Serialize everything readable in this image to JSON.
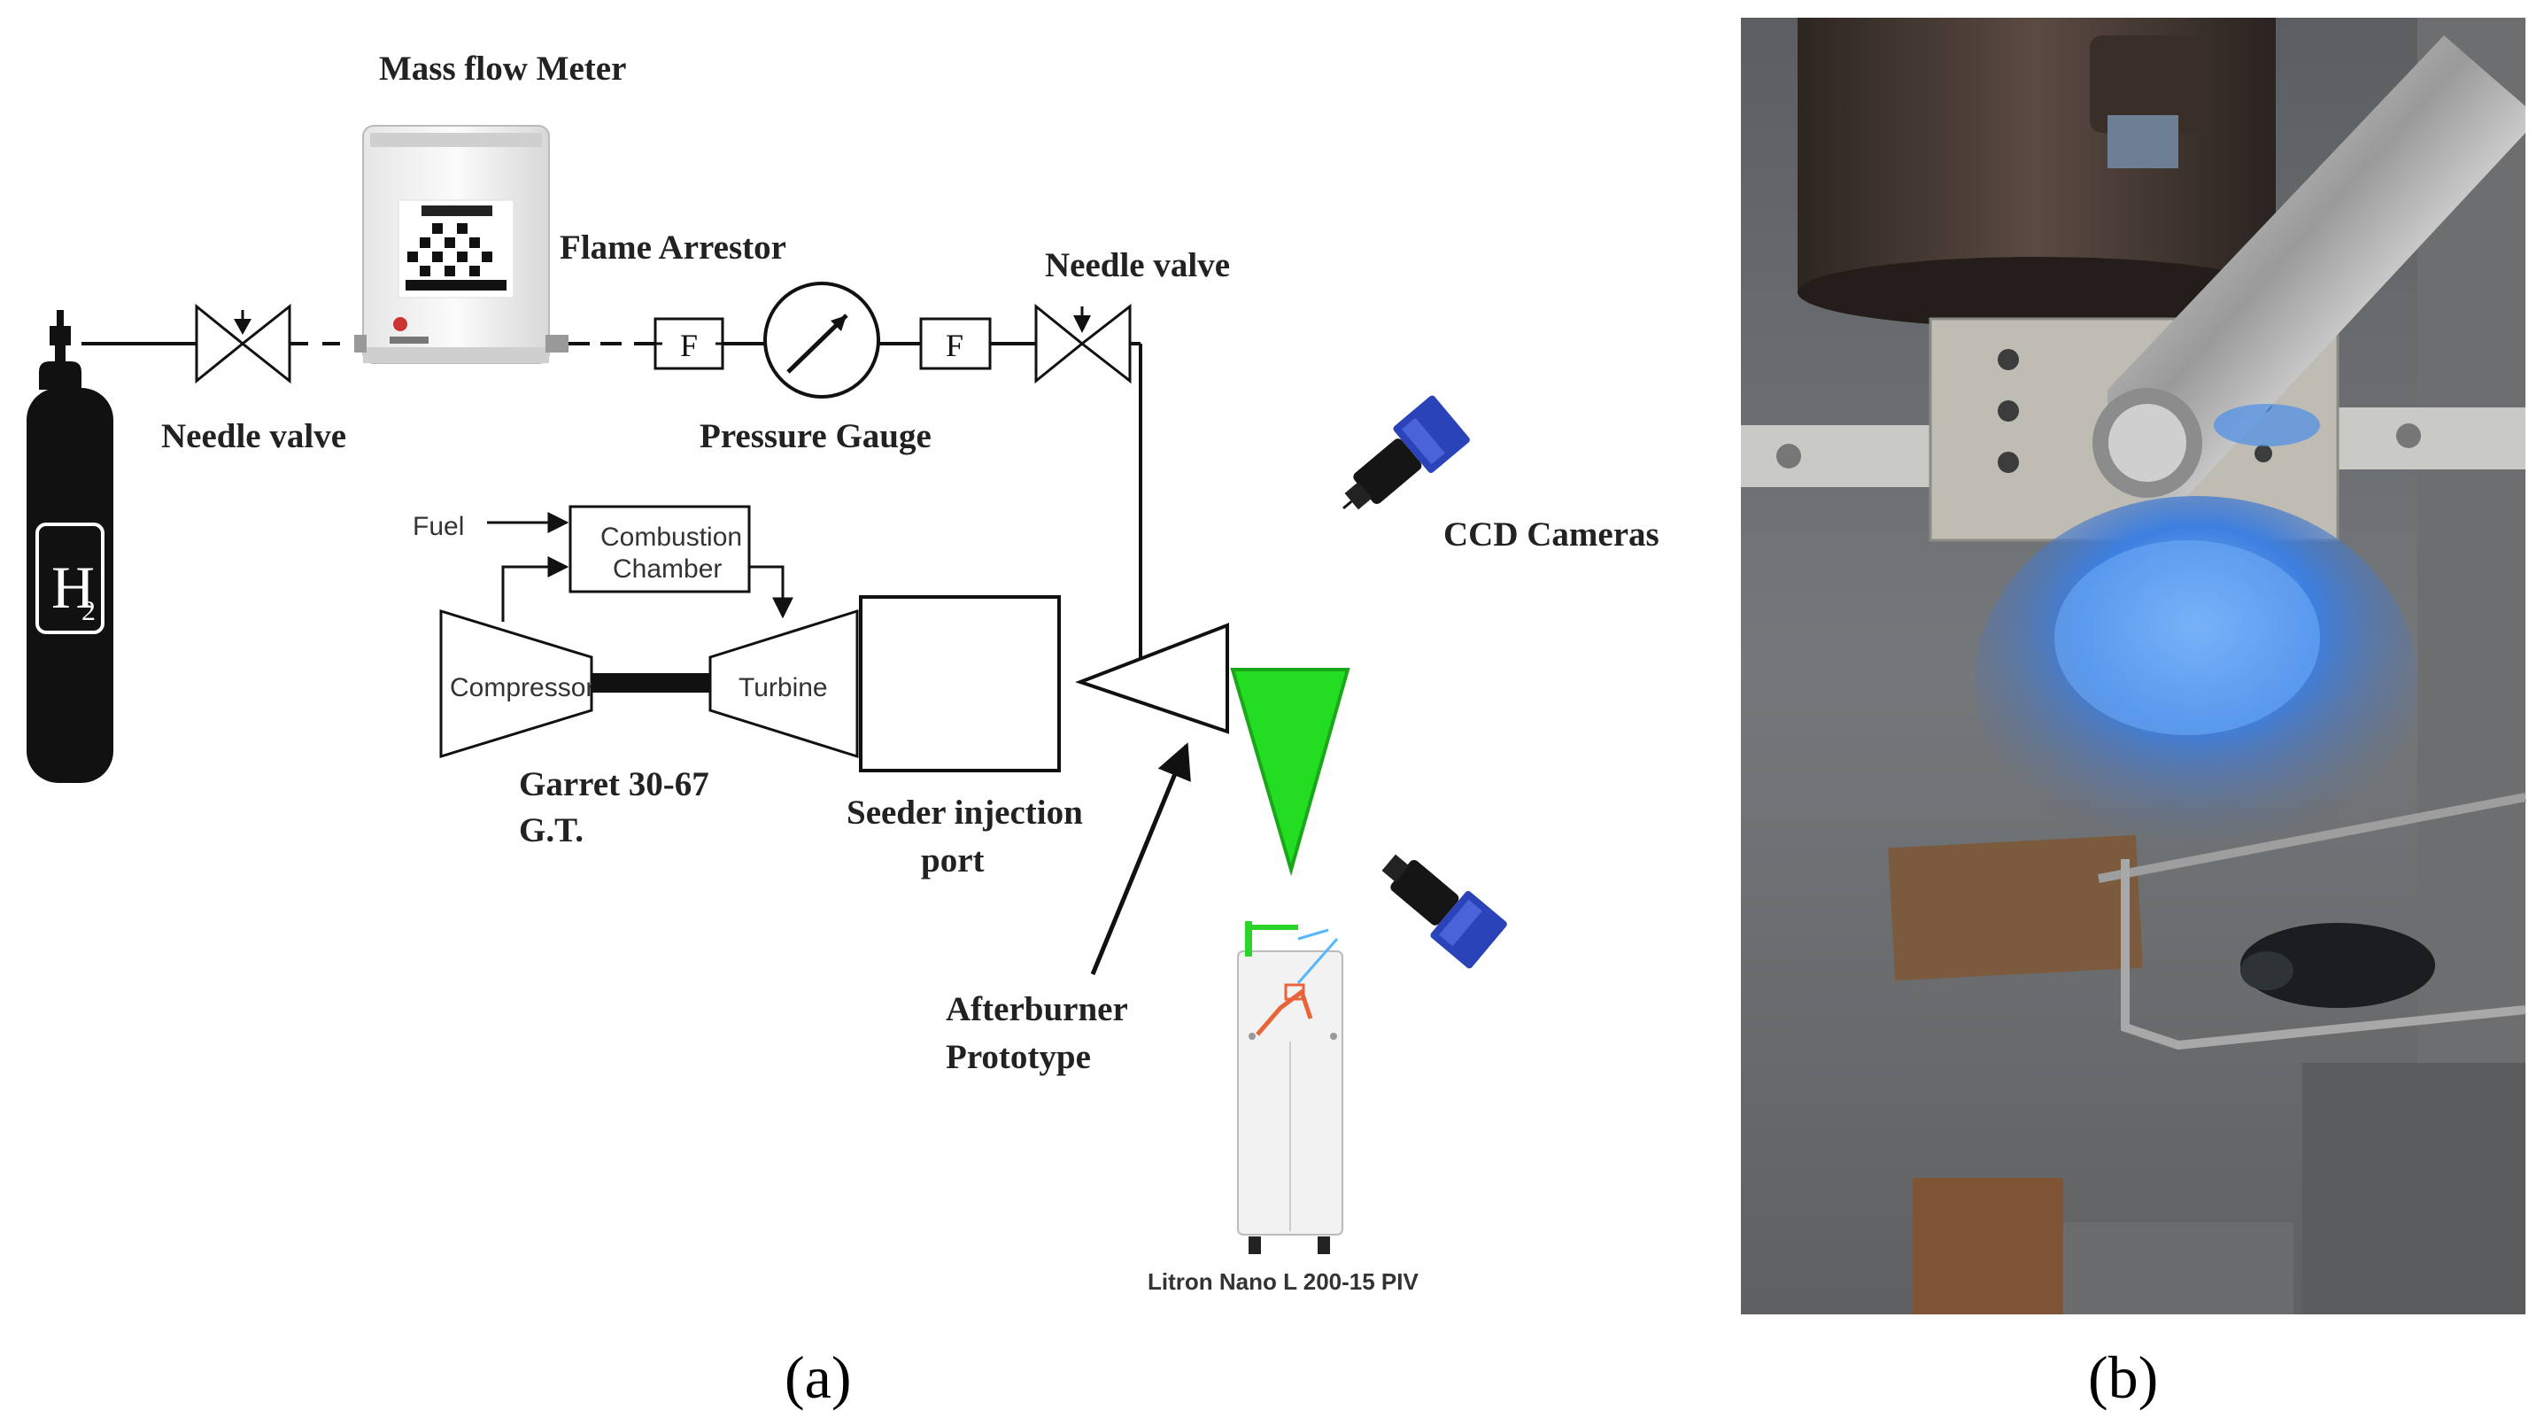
{
  "labels": {
    "mass_flow_meter": "Mass flow Meter",
    "flame_arrestor": "Flame Arrestor",
    "needle_valve_1": "Needle valve",
    "needle_valve_2": "Needle valve",
    "pressure_gauge": "Pressure Gauge",
    "filter_left": "F",
    "filter_right": "F",
    "ccd_cameras": "CCD Cameras",
    "fuel": "Fuel",
    "combustion_line1": "Combustion",
    "combustion_line2": "Chamber",
    "compressor": "Compressor",
    "turbine": "Turbine",
    "gt_line1": "Garret 30-67",
    "gt_line2": "G.T.",
    "seeder_line1": "Seeder injection",
    "seeder_line2": "port",
    "afterburner_line1": "Afterburner",
    "afterburner_line2": "Prototype",
    "laser_model": "Litron Nano L 200-15 PIV",
    "h2_main": "H",
    "h2_sub": "2"
  },
  "captions": {
    "left": "(a)",
    "right": "(b)"
  },
  "colors": {
    "laser_sheet": "#22dd22",
    "camera_blue": "#2a43b8",
    "flame_blue": "#4a8fe8",
    "line": "#111111"
  }
}
